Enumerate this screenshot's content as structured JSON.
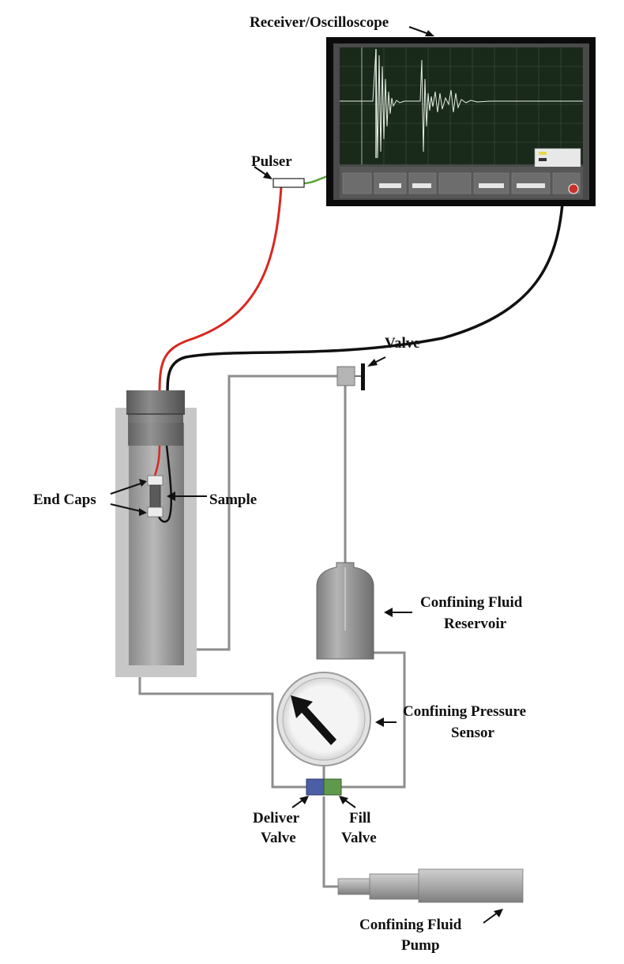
{
  "labels": {
    "receiver_oscilloscope": "Receiver/Oscilloscope",
    "pulser": "Pulser",
    "valve": "Valve",
    "end_caps": "End Caps",
    "sample": "Sample",
    "reservoir_line1": "Confining Fluid",
    "reservoir_line2": "Reservoir",
    "sensor_line1": "Confining Pressure",
    "sensor_line2": "Sensor",
    "deliver_line1": "Deliver",
    "deliver_line2": "Valve",
    "fill_line1": "Fill",
    "fill_line2": "Valve",
    "pump_line1": "Confining Fluid",
    "pump_line2": "Pump"
  },
  "colors": {
    "pulser_cable": "#d8281f",
    "receiver_cable": "#111111",
    "trigger_cable": "#58a63c",
    "trace": "#e6efe6",
    "screen": "#1a2a1a",
    "deliver_valve": "#4a5fa6",
    "fill_valve": "#5f9a4c"
  }
}
